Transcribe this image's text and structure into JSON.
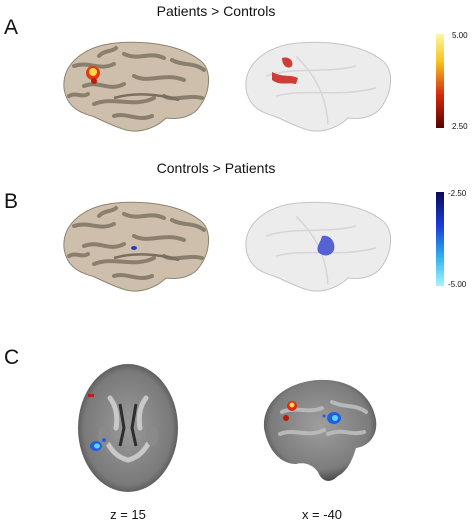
{
  "panels": {
    "a": {
      "letter": "A",
      "title": "Patients > Controls",
      "colorbar": {
        "max_label": "5.00",
        "min_label": "2.50",
        "max_value": 5.0,
        "min_value": 2.5,
        "top_color": "#fff8a0",
        "bottom_color": "#5a0000"
      },
      "blob_color": "#c81e10"
    },
    "b": {
      "letter": "B",
      "title": "Controls > Patients",
      "colorbar": {
        "top_label": "-2.50",
        "bottom_label": "-5.00",
        "top_value": -2.5,
        "bottom_value": -5.0,
        "top_color": "#0a0a5a",
        "bottom_color": "#a8f4ff"
      },
      "blob_color": "#3a4ad0"
    },
    "c": {
      "letter": "C",
      "axial_caption": "z = 15",
      "sagittal_caption": "x = -40"
    }
  }
}
